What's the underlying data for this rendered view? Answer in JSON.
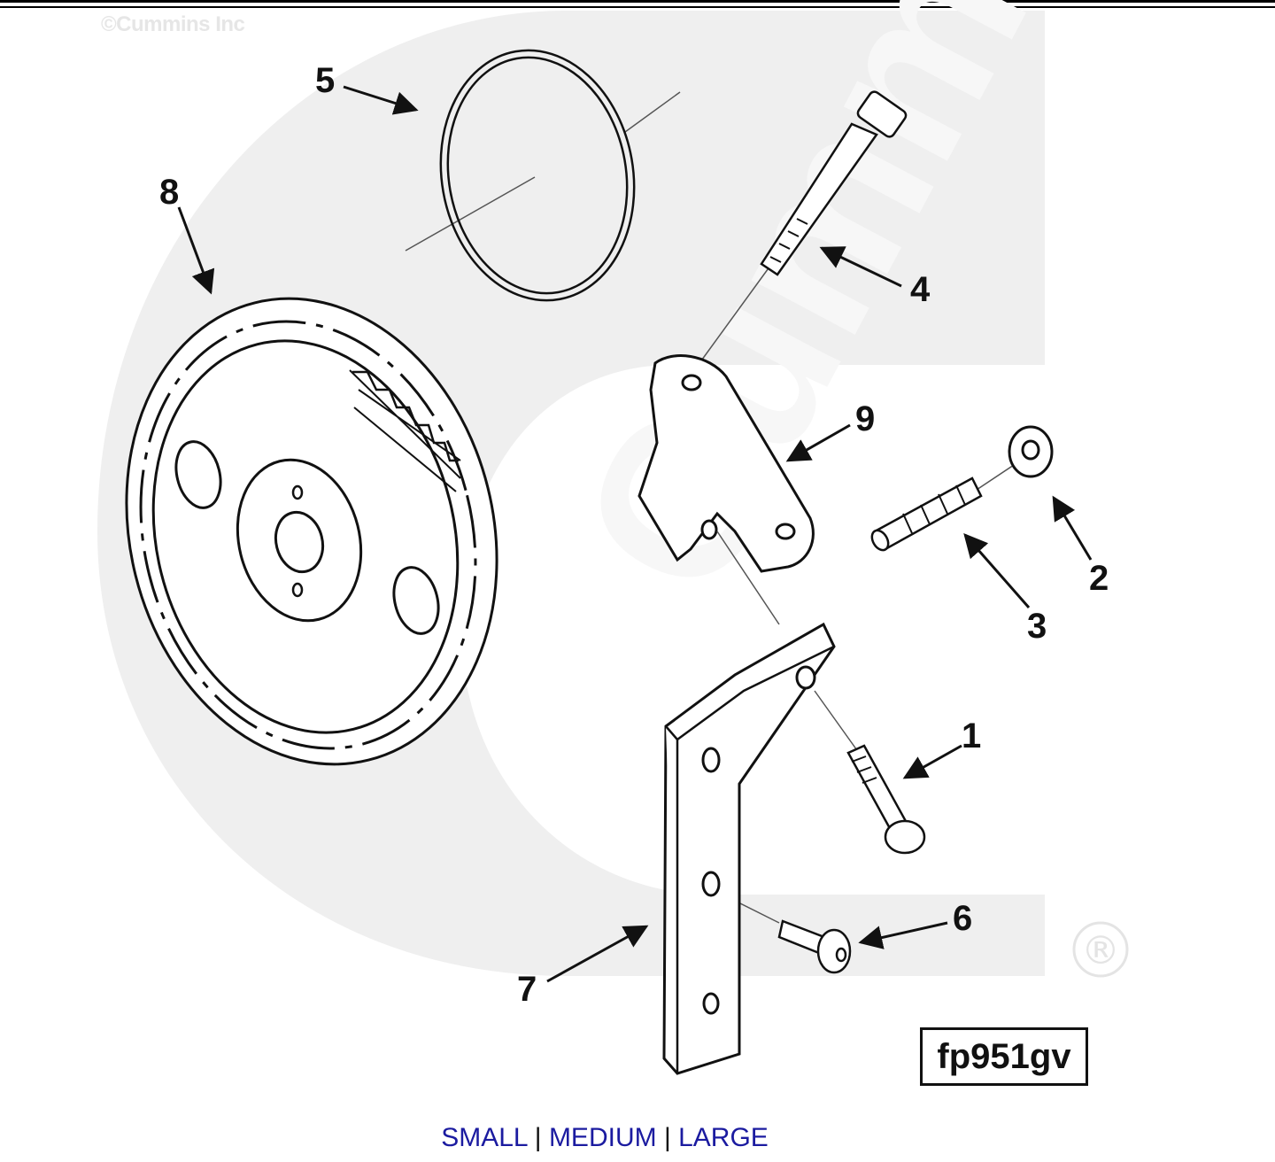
{
  "watermark": {
    "copyright": "©Cummins Inc",
    "brand": "Cummins",
    "registered_mark": "®"
  },
  "diagram": {
    "callouts": [
      {
        "id": "callout-1",
        "label": "1"
      },
      {
        "id": "callout-2",
        "label": "2"
      },
      {
        "id": "callout-3",
        "label": "3"
      },
      {
        "id": "callout-4",
        "label": "4"
      },
      {
        "id": "callout-5",
        "label": "5"
      },
      {
        "id": "callout-6",
        "label": "6"
      },
      {
        "id": "callout-7",
        "label": "7"
      },
      {
        "id": "callout-8",
        "label": "8"
      },
      {
        "id": "callout-9",
        "label": "9"
      }
    ],
    "figure_code": "fp951gv"
  },
  "size_options": {
    "small": "SMALL",
    "medium": "MEDIUM",
    "large": "LARGE",
    "separator": "|"
  },
  "colors": {
    "link": "#1b1ba0",
    "line_art": "#111111",
    "watermark": "#eeeeee"
  }
}
